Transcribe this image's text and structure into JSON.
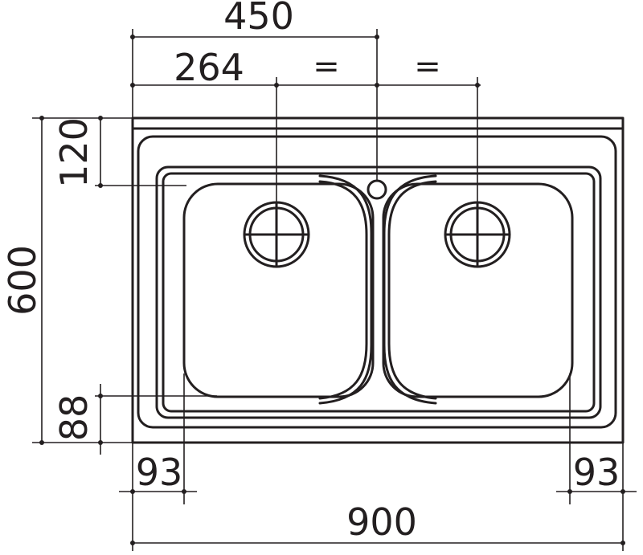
{
  "dimensions": {
    "overall_width": "900",
    "overall_depth": "600",
    "half_width": "450",
    "drain_offset": "264",
    "equal_left": "=",
    "equal_right": "=",
    "back_margin": "120",
    "front_margin": "88",
    "left_margin": "93",
    "right_margin": "93"
  },
  "colors": {
    "line": "#231f20",
    "background": "#ffffff"
  }
}
